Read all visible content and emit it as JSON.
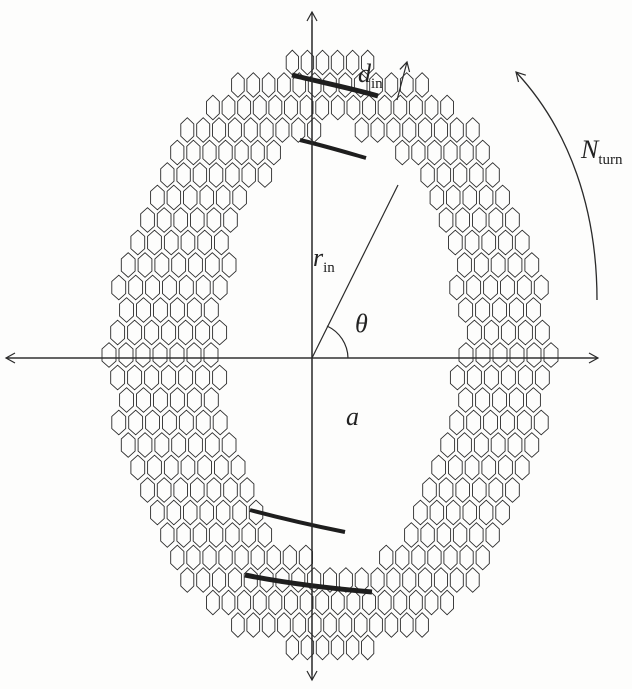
{
  "figure": {
    "ink_color": "#2a2a2a",
    "background_color": "#fdfdfc",
    "structure": "graphene nanoribbon coiled into a ring (carbon nanotube torus/coil) drawn as hexagonal lattice",
    "labels": {
      "d_in": {
        "main": "d",
        "sub": "in"
      },
      "n_turn": {
        "main": "N",
        "sub": "turn"
      },
      "r_in": {
        "main": "r",
        "sub": "in"
      },
      "theta": "θ",
      "a": "a"
    }
  }
}
